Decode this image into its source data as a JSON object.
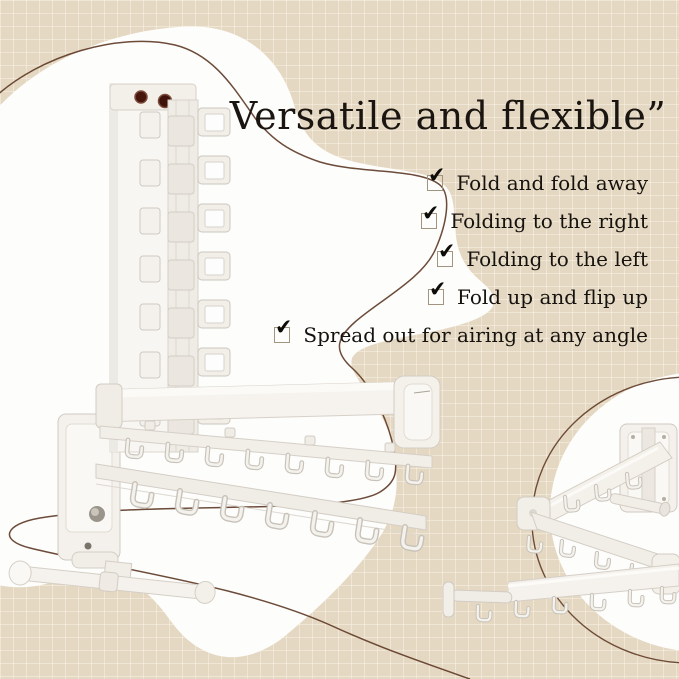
{
  "banner": {
    "title": "Versatile and flexible”"
  },
  "features": {
    "items": [
      {
        "label": "Fold and fold away"
      },
      {
        "label": "Folding to the right"
      },
      {
        "label": "Folding to the left"
      },
      {
        "label": "Fold up and flip up"
      },
      {
        "label": "Spread out for airing at any angle"
      }
    ]
  },
  "icons": {
    "checked_checkbox_glyph": "✔"
  },
  "colors": {
    "background_beige": "#e5d8c2",
    "grid_line": "#f4ecdb",
    "blob_white": "#fdfdfc",
    "squiggle_brown": "#5f3c28",
    "text_black": "#1a1510",
    "rack_screw_red": "#47150c"
  }
}
